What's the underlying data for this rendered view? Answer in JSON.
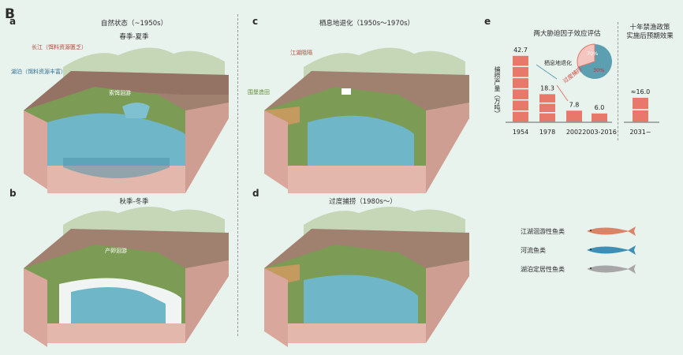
{
  "figure_label": "B",
  "panels": {
    "a": {
      "letter": "a",
      "title": "自然状态（~1950s）",
      "subtitle": "春季-夏季",
      "tag_river": "长江（饵料资源匮乏）",
      "tag_lake": "湖泊（饵料资源丰富）",
      "tag_channel": "索饵洄游"
    },
    "b": {
      "letter": "b",
      "title": "秋季-冬季",
      "tag_channel": "产卵洄游"
    },
    "c": {
      "letter": "c",
      "title": "栖息地退化（1950s～1970s）",
      "tag_gate": "江湖阻隔",
      "tag_field": "围垦造田"
    },
    "d": {
      "letter": "d",
      "title": "过度捕捞（1980s～）"
    },
    "e": {
      "letter": "e",
      "title": "两大胁迫因子效应评估",
      "right_title_1": "十年禁渔政策",
      "right_title_2": "实施后预期效果",
      "ylabel": "捕捞产量（万吨）",
      "pie_label_top": "栖息地退化",
      "pie_label_side": "过度捕捞",
      "pie_pct_a": "70%",
      "pie_pct_b": "30%"
    }
  },
  "legend": [
    {
      "label": "江湖洄游性鱼类",
      "color": "#d98467",
      "icon": "migratory-fish-icon"
    },
    {
      "label": "河流鱼类",
      "color": "#3f8fb5",
      "icon": "river-fish-icon"
    },
    {
      "label": "湖泊定居性鱼类",
      "color": "#a7a7a7",
      "icon": "lake-fish-icon"
    }
  ],
  "chart_data": {
    "type": "bar",
    "categories": [
      "1954",
      "1978",
      "2002",
      "2003-2016",
      "2031~"
    ],
    "values": [
      42.7,
      18.3,
      7.8,
      6.0,
      16.0
    ],
    "value_labels": [
      "42.7",
      "18.3",
      "7.8",
      "6.0",
      "≈16.0"
    ],
    "ylabel": "捕捞产量（万吨）",
    "title": "两大胁迫因子效应评估",
    "pie": {
      "labels": [
        "栖息地退化",
        "过度捕捞"
      ],
      "values": [
        70,
        30
      ],
      "colors": [
        "#5b9fb0",
        "#e4786c"
      ]
    },
    "bar_color": "#e8786a"
  }
}
